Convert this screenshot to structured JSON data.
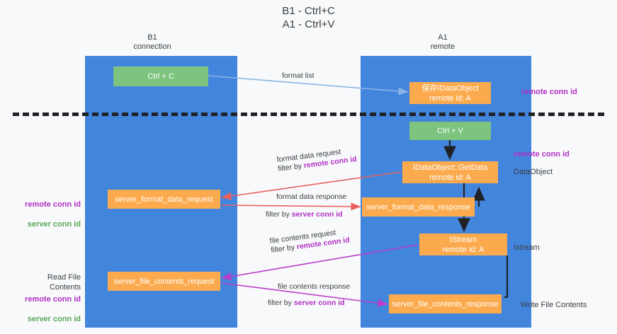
{
  "title": "B1 - Ctrl+C\nA1 - Ctrl+V",
  "columns": {
    "left": "B1\nconnection",
    "right": "A1\nremote"
  },
  "nodes": {
    "ctrl_c": {
      "line1": "Ctrl + C",
      "line2": "",
      "color": "#7dc47f"
    },
    "save_idataobject": {
      "line1": "保存IDataObject",
      "line2": "remote id: A",
      "color": "#fbab4e"
    },
    "ctrl_v": {
      "line1": "Ctrl + V",
      "line2": "",
      "color": "#7dc47f"
    },
    "getdata": {
      "line1": "IDataObject::GetData",
      "line2": "remote id: A",
      "color": "#fbab4e"
    },
    "server_format_data_request": {
      "line1": "server_format_data_request",
      "line2": "",
      "color": "#fbab4e"
    },
    "server_format_data_response": {
      "line1": "server_format_data_response",
      "line2": "",
      "color": "#fbab4e"
    },
    "istream": {
      "line1": "IStream",
      "line2": "remote id: A",
      "color": "#fbab4e"
    },
    "server_file_contents_request": {
      "line1": "server_file_contents_request",
      "line2": "",
      "color": "#fbab4e"
    },
    "server_file_contents_response": {
      "line1": "server_file_contents_response",
      "line2": "",
      "color": "#fbab4e"
    }
  },
  "edges": {
    "format_list": "format list",
    "format_data_request": "format data request",
    "format_data_request_filter_prefix": "filter by ",
    "format_data_request_filter_key": "remote conn id",
    "format_data_response": "format data response",
    "format_data_response_filter_prefix": "filter by ",
    "format_data_response_filter_key": "server conn id",
    "file_contents_request": "file contents request",
    "file_contents_request_filter_prefix": "filter by ",
    "file_contents_request_filter_key": "remote conn id",
    "file_contents_response": "file contents response",
    "file_contents_response_filter_prefix": "filter by ",
    "file_contents_response_filter_key": "server conn id"
  },
  "side_labels": {
    "remote_conn_id_top": "remote conn id",
    "remote_conn_id_mid": "remote conn id",
    "dataobject": "DataObject",
    "istream": "Istream",
    "write_file_contents": "Write File Contents",
    "read_file_contents": "Read File Contents",
    "left_remote_conn_id": "remote conn id",
    "left_server_conn_id": "server conn id",
    "left_remote_conn_id_2": "remote conn id",
    "left_server_conn_id_2": "server conn id"
  },
  "colors": {
    "lane": "#4285dd",
    "green_node": "#7dc47f",
    "orange_node": "#fbab4e",
    "purple_text": "#b02fc4",
    "green_text": "#59a75c",
    "red_arrow": "#e8615e",
    "magenta_arrow": "#b93ec9",
    "blue_arrow": "#8ab4e8",
    "black_arrow": "#202124",
    "background": "#f8f9fa"
  }
}
